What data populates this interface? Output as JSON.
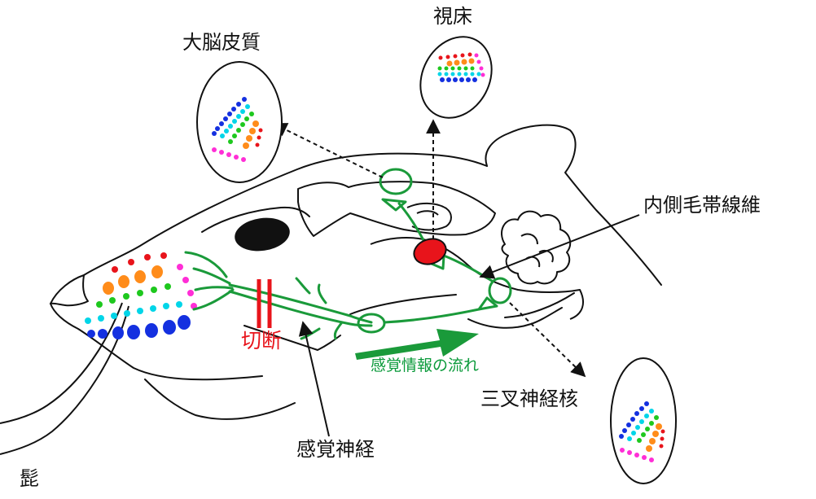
{
  "labels": {
    "cortex": "大脳皮質",
    "thalamus": "視床",
    "lemniscus": "内側毛帯線維",
    "trigeminal_nucleus": "三叉神経核",
    "sensory_nerve": "感覚神経",
    "cut": "切断",
    "flow": "感覚情報の流れ",
    "whisker": "髭"
  },
  "colors": {
    "line": "#111111",
    "pathway": "#1a9a3a",
    "cut": "#e8141b",
    "thalamus_cell": "#e8141b",
    "whisker_rows": [
      "#e8141b",
      "#ff8c1a",
      "#1ec81e",
      "#00d5e8",
      "#1430e0",
      "#ff2ed6"
    ]
  }
}
